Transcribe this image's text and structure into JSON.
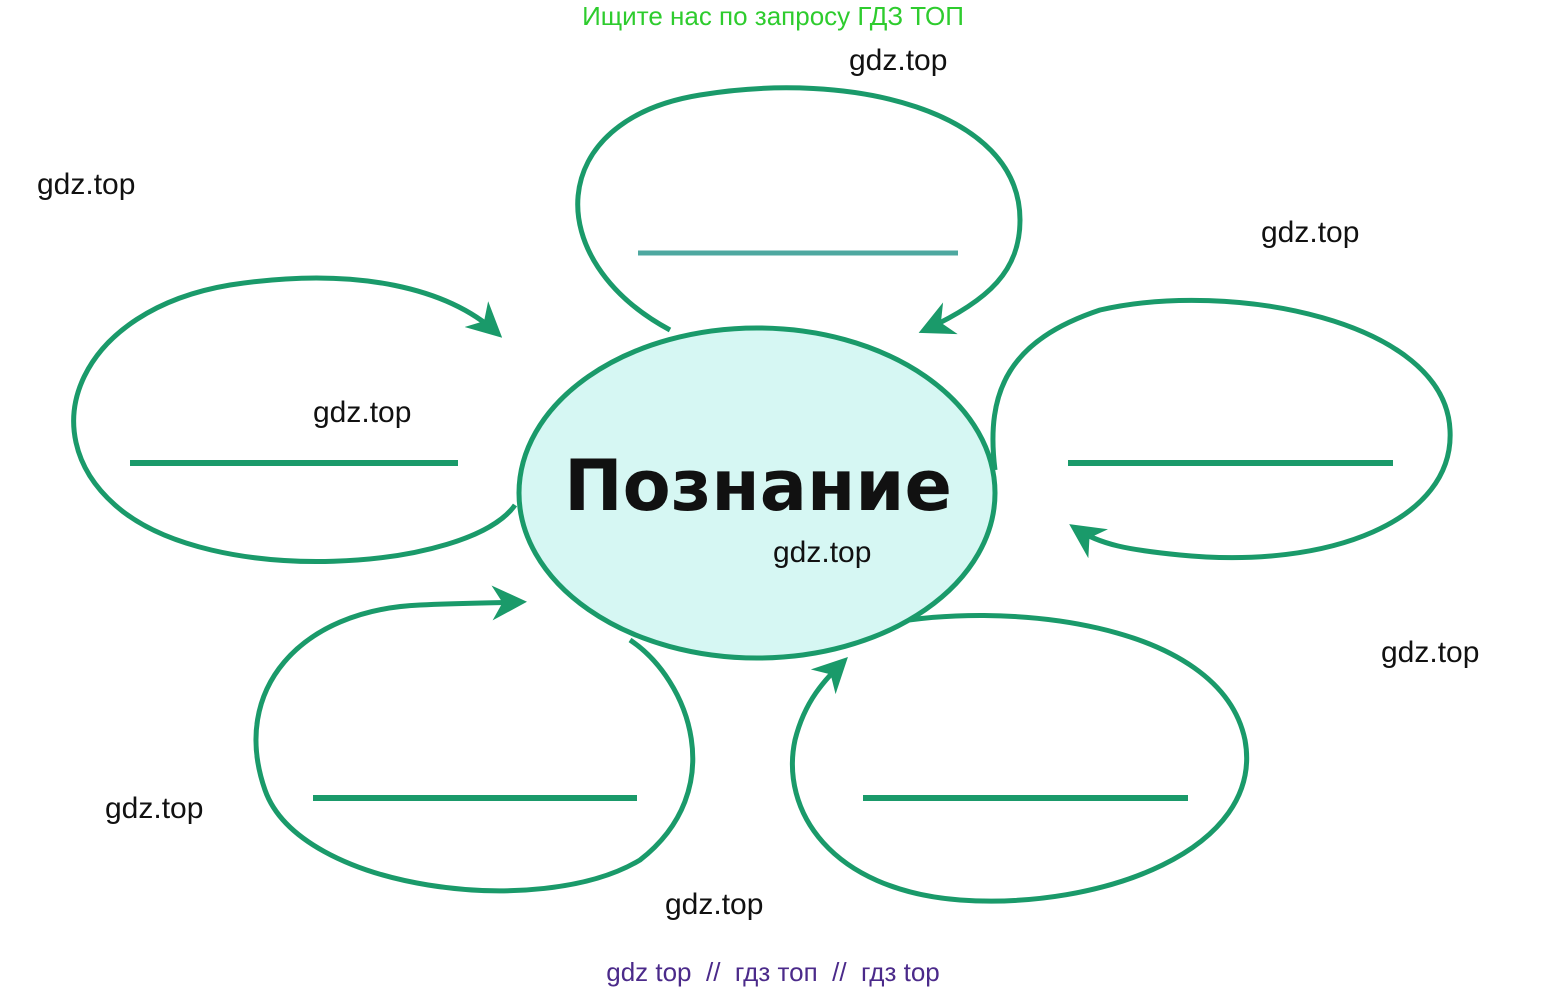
{
  "banner": {
    "top": "Ищите нас по запросу ГДЗ ТОП",
    "bottom": "gdz top  //  гдз топ  //  гдз top"
  },
  "diagram": {
    "center_label": "Познание",
    "petal_count": 5,
    "colors": {
      "outline": "#1a9a6a",
      "center_fill": "#d6f7f3",
      "center_stroke": "#1a9a6a",
      "blank_line": "#1a9a6a",
      "banner_top": "#2ecc2e",
      "banner_bottom": "#4b2a8a"
    }
  },
  "watermarks": [
    "gdz.top",
    "gdz.top",
    "gdz.top",
    "gdz.top",
    "gdz.top",
    "gdz.top",
    "gdz.top",
    "gdz.top"
  ]
}
